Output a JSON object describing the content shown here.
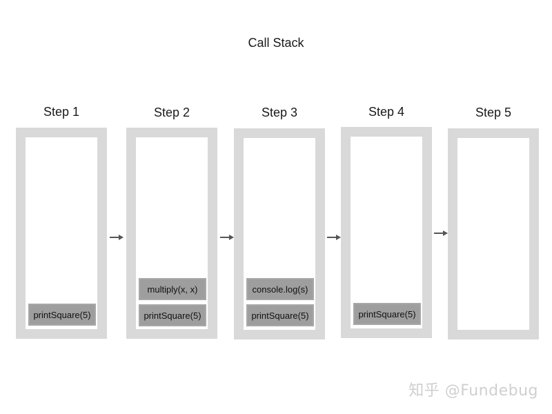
{
  "title": "Call Stack",
  "steps": [
    {
      "label": "Step 1",
      "frames": [
        "printSquare(5)"
      ]
    },
    {
      "label": "Step 2",
      "frames": [
        "multiply(x, x)",
        "printSquare(5)"
      ]
    },
    {
      "label": "Step 3",
      "frames": [
        "console.log(s)",
        "printSquare(5)"
      ]
    },
    {
      "label": "Step 4",
      "frames": [
        "printSquare(5)"
      ]
    },
    {
      "label": "Step 5",
      "frames": []
    }
  ],
  "watermark": "知乎 @Fundebug",
  "colors": {
    "frame_border": "#d9d9d9",
    "entry_fill": "#9e9e9e",
    "arrow": "#555555"
  }
}
